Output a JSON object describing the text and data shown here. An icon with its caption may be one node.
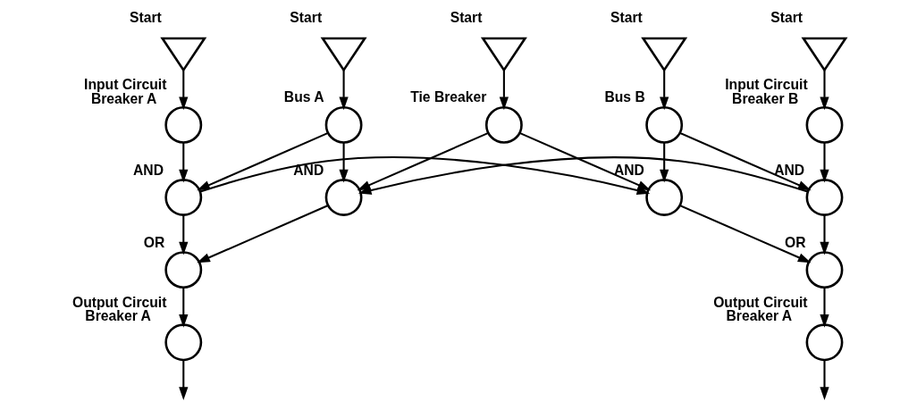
{
  "diagram": {
    "nodes": [
      {
        "text": [
          "Start"
        ]
      },
      {
        "text": [
          "Start"
        ]
      },
      {
        "text": [
          "Start"
        ]
      },
      {
        "text": [
          "Start"
        ]
      },
      {
        "text": [
          "Start"
        ]
      },
      {
        "text": [
          "Input Circuit Breaker A"
        ]
      },
      {
        "text": [
          "Bus A"
        ]
      },
      {
        "text": [
          "Tie Breaker"
        ]
      },
      {
        "text": [
          "Bus B"
        ]
      },
      {
        "text": [
          "Input Circuit Breaker B"
        ]
      },
      {
        "text": [
          "AND"
        ]
      },
      {
        "text": [
          "AND"
        ]
      },
      {
        "text": [
          "AND"
        ]
      },
      {
        "text": [
          "AND"
        ]
      },
      {
        "text": [
          "OR"
        ]
      },
      {
        "text": [
          "OR"
        ]
      },
      {
        "text": [
          "Output Circuit Breaker A"
        ]
      },
      {
        "text": [
          "Output Circuit Breaker A"
        ]
      }
    ],
    "edges": [
      {
        "from": 0,
        "to": 5,
        "arrow": "to"
      },
      {
        "from": 1,
        "to": 6,
        "arrow": "to"
      },
      {
        "from": 2,
        "to": 7,
        "arrow": "to"
      },
      {
        "from": 3,
        "to": 8,
        "arrow": "to"
      },
      {
        "from": 4,
        "to": 9,
        "arrow": "to"
      },
      {
        "from": 5,
        "to": 10,
        "arrow": "to"
      },
      {
        "from": 6,
        "to": 10,
        "arrow": "to"
      },
      {
        "from": 6,
        "to": 11,
        "arrow": "to"
      },
      {
        "from": 7,
        "to": 11,
        "arrow": "to"
      },
      {
        "from": 7,
        "to": 12,
        "arrow": "to"
      },
      {
        "from": 8,
        "to": 12,
        "arrow": "to"
      },
      {
        "from": 8,
        "to": 13,
        "arrow": "to"
      },
      {
        "from": 9,
        "to": 13,
        "arrow": "to"
      },
      {
        "from": 10,
        "to": 14,
        "arrow": "to"
      },
      {
        "from": 11,
        "to": 14,
        "arrow": "to"
      },
      {
        "from": 10,
        "to": 12,
        "arrow": "to"
      },
      {
        "from": 13,
        "to": 11,
        "arrow": "to"
      },
      {
        "from": 12,
        "to": 15,
        "arrow": "to"
      },
      {
        "from": 13,
        "to": 15,
        "arrow": "to"
      },
      {
        "from": 14,
        "to": 16,
        "arrow": "to"
      },
      {
        "from": 15,
        "to": 17,
        "arrow": "to"
      },
      {
        "from": 16,
        "to": null,
        "arrow": "to"
      },
      {
        "from": 17,
        "to": null,
        "arrow": "to"
      }
    ]
  }
}
